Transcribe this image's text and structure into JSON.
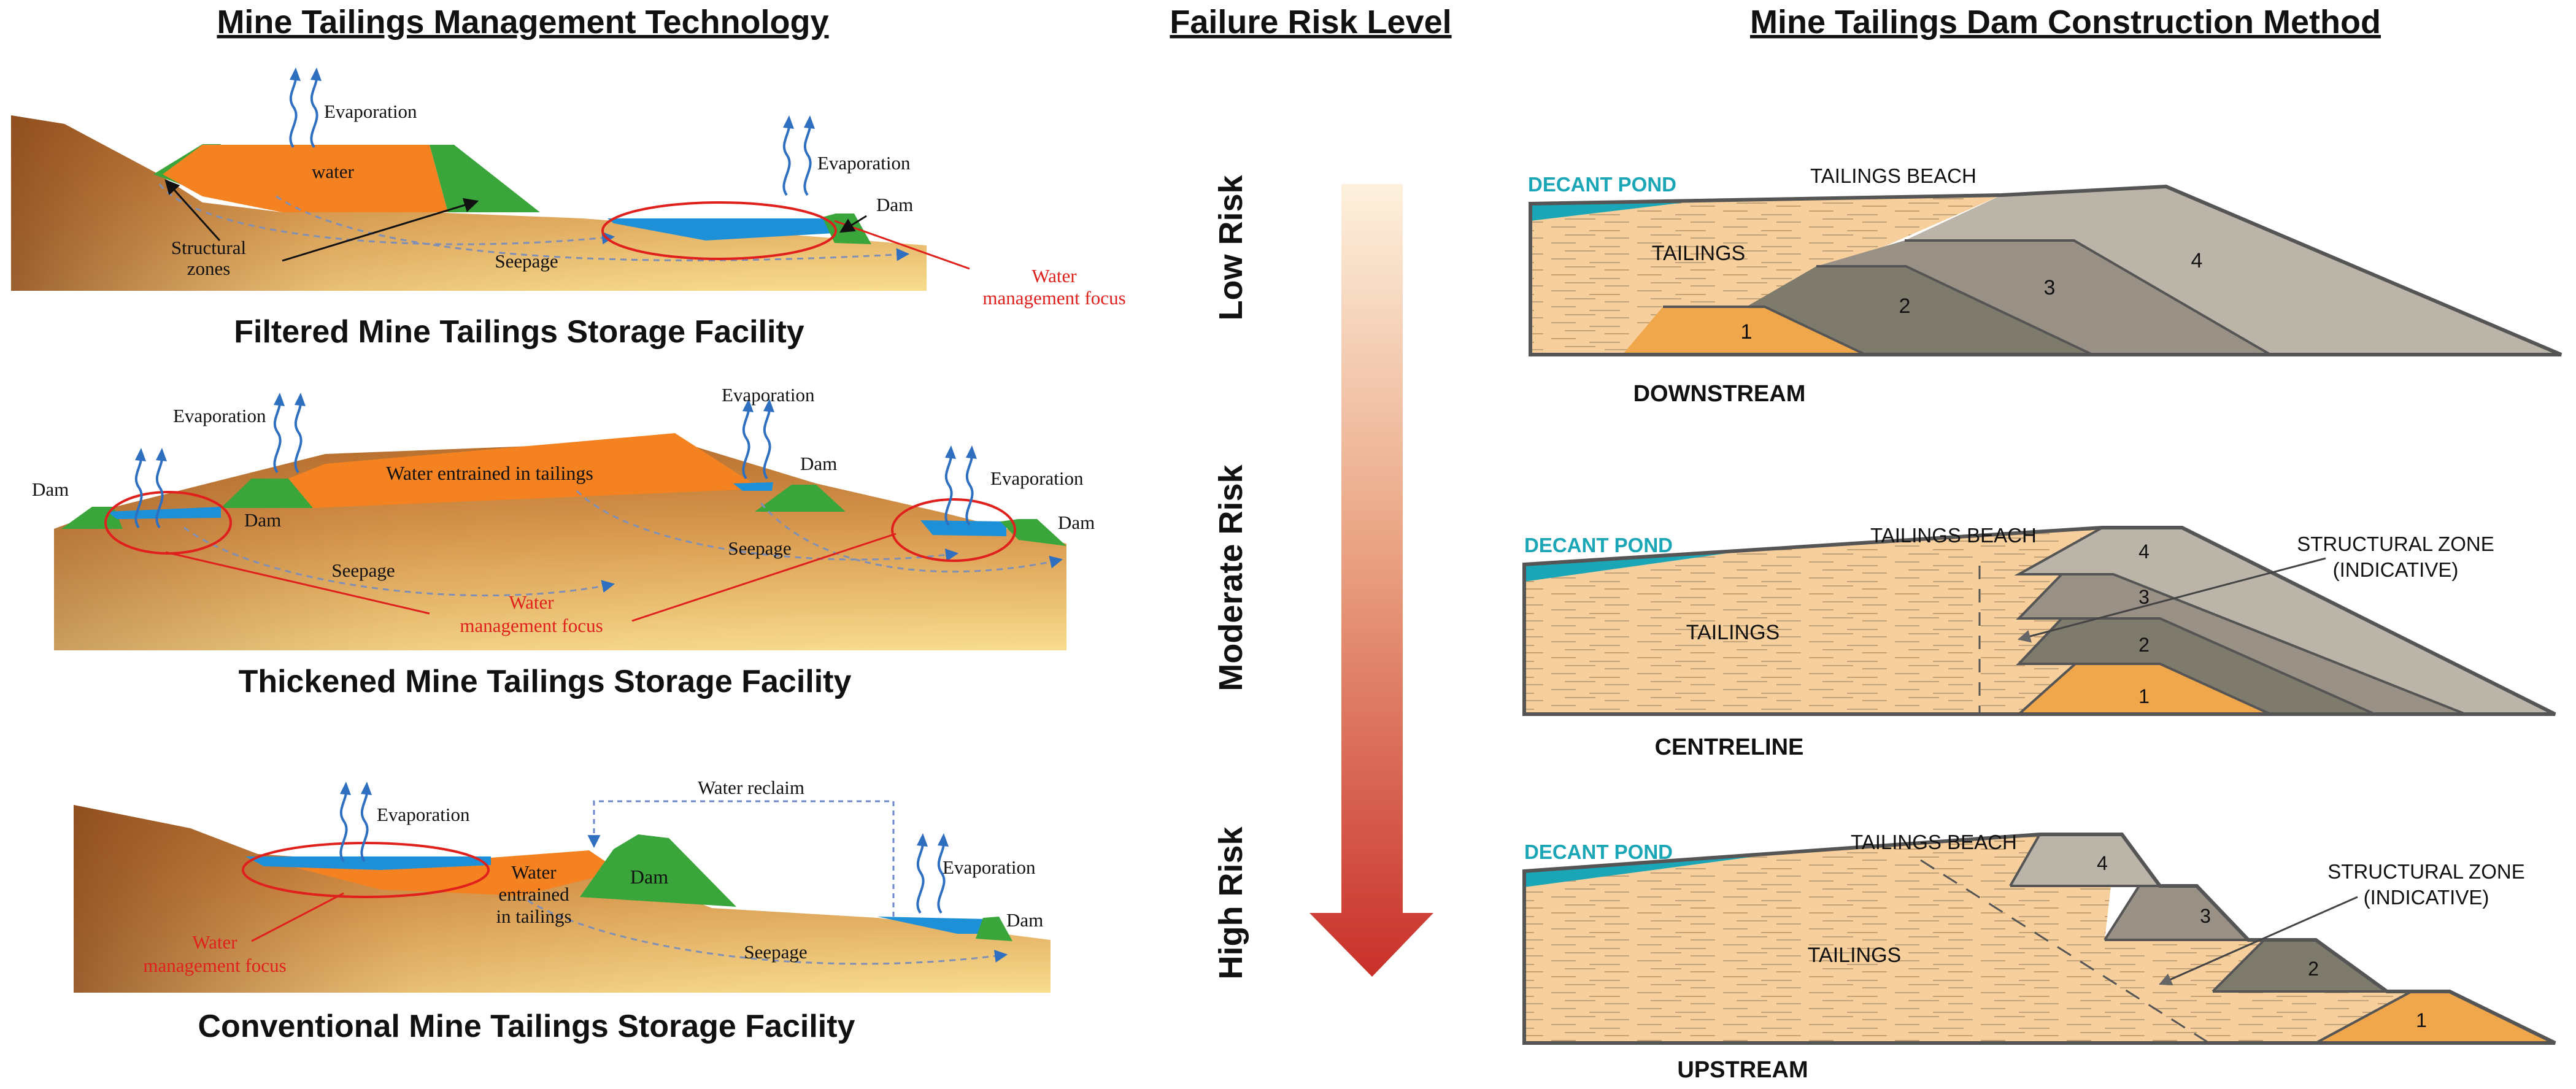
{
  "headers": {
    "technology": "Mine Tailings Management Technology",
    "risk": "Failure Risk Level",
    "construction": "Mine Tailings Dam Construction Method"
  },
  "facilities": {
    "filtered": {
      "title": "Filtered Mine Tailings Storage Facility",
      "evaporation1": "Evaporation",
      "evaporation2": "Evaporation",
      "water": "water",
      "dam": "Dam",
      "structural1": "Structural",
      "structural2": "zones",
      "seepage": "Seepage",
      "focus1": "Water",
      "focus2": "management focus"
    },
    "thickened": {
      "title": "Thickened Mine Tailings Storage Facility",
      "evaporation1": "Evaporation",
      "evaporation2": "Evaporation",
      "evaporation3": "Evaporation",
      "dam1": "Dam",
      "dam2": "Dam",
      "dam3": "Dam",
      "dam4": "Dam",
      "water_entrained": "Water entrained in tailings",
      "seepage1": "Seepage",
      "seepage2": "Seepage",
      "focus1": "Water",
      "focus2": "management focus"
    },
    "conventional": {
      "title": "Conventional Mine Tailings Storage Facility",
      "evaporation1": "Evaporation",
      "evaporation2": "Evaporation",
      "water_reclaim": "Water reclaim",
      "dam1": "Dam",
      "dam2": "Dam",
      "entrained1": "Water",
      "entrained2": "entrained",
      "entrained3": "in tailings",
      "seepage": "Seepage",
      "focus1": "Water",
      "focus2": "management focus"
    }
  },
  "risk_levels": [
    "Low Risk",
    "Moderate Risk",
    "High Risk"
  ],
  "methods": {
    "downstream": {
      "label": "DOWNSTREAM",
      "decant": "DECANT POND",
      "beach": "TAILINGS BEACH",
      "tailings": "TAILINGS",
      "stages": [
        "1",
        "2",
        "3",
        "4"
      ]
    },
    "centreline": {
      "label": "CENTRELINE",
      "decant": "DECANT POND",
      "beach": "TAILINGS BEACH",
      "tailings": "TAILINGS",
      "zone1": "STRUCTURAL ZONE",
      "zone2": "(INDICATIVE)",
      "stages": [
        "1",
        "2",
        "3",
        "4"
      ]
    },
    "upstream": {
      "label": "UPSTREAM",
      "decant": "DECANT POND",
      "beach": "TAILINGS BEACH",
      "tailings": "TAILINGS",
      "zone1": "STRUCTURAL ZONE",
      "zone2": "(INDICATIVE)",
      "stages": [
        "1",
        "2",
        "3",
        "4"
      ]
    }
  },
  "colors": {
    "water": "#1e90d8",
    "tailings_orange": "#f58220",
    "dam_green": "#3aa53a",
    "focus_red": "#e0201c",
    "decant_teal": "#1aa6b7",
    "tailings_sand": "#f7cf9c"
  }
}
